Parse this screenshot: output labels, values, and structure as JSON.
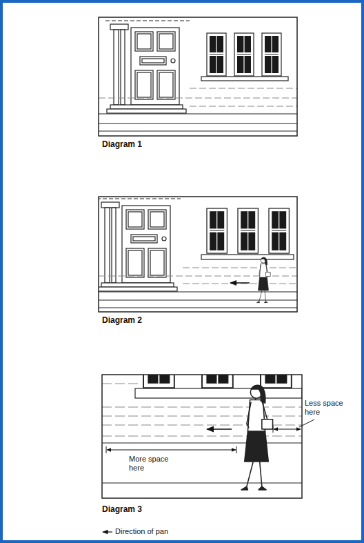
{
  "diagram": {
    "labels": [
      "Diagram 1",
      "Diagram 2",
      "Less space here",
      "More space here",
      "Diagram 3",
      "Direction of pan"
    ]
  }
}
